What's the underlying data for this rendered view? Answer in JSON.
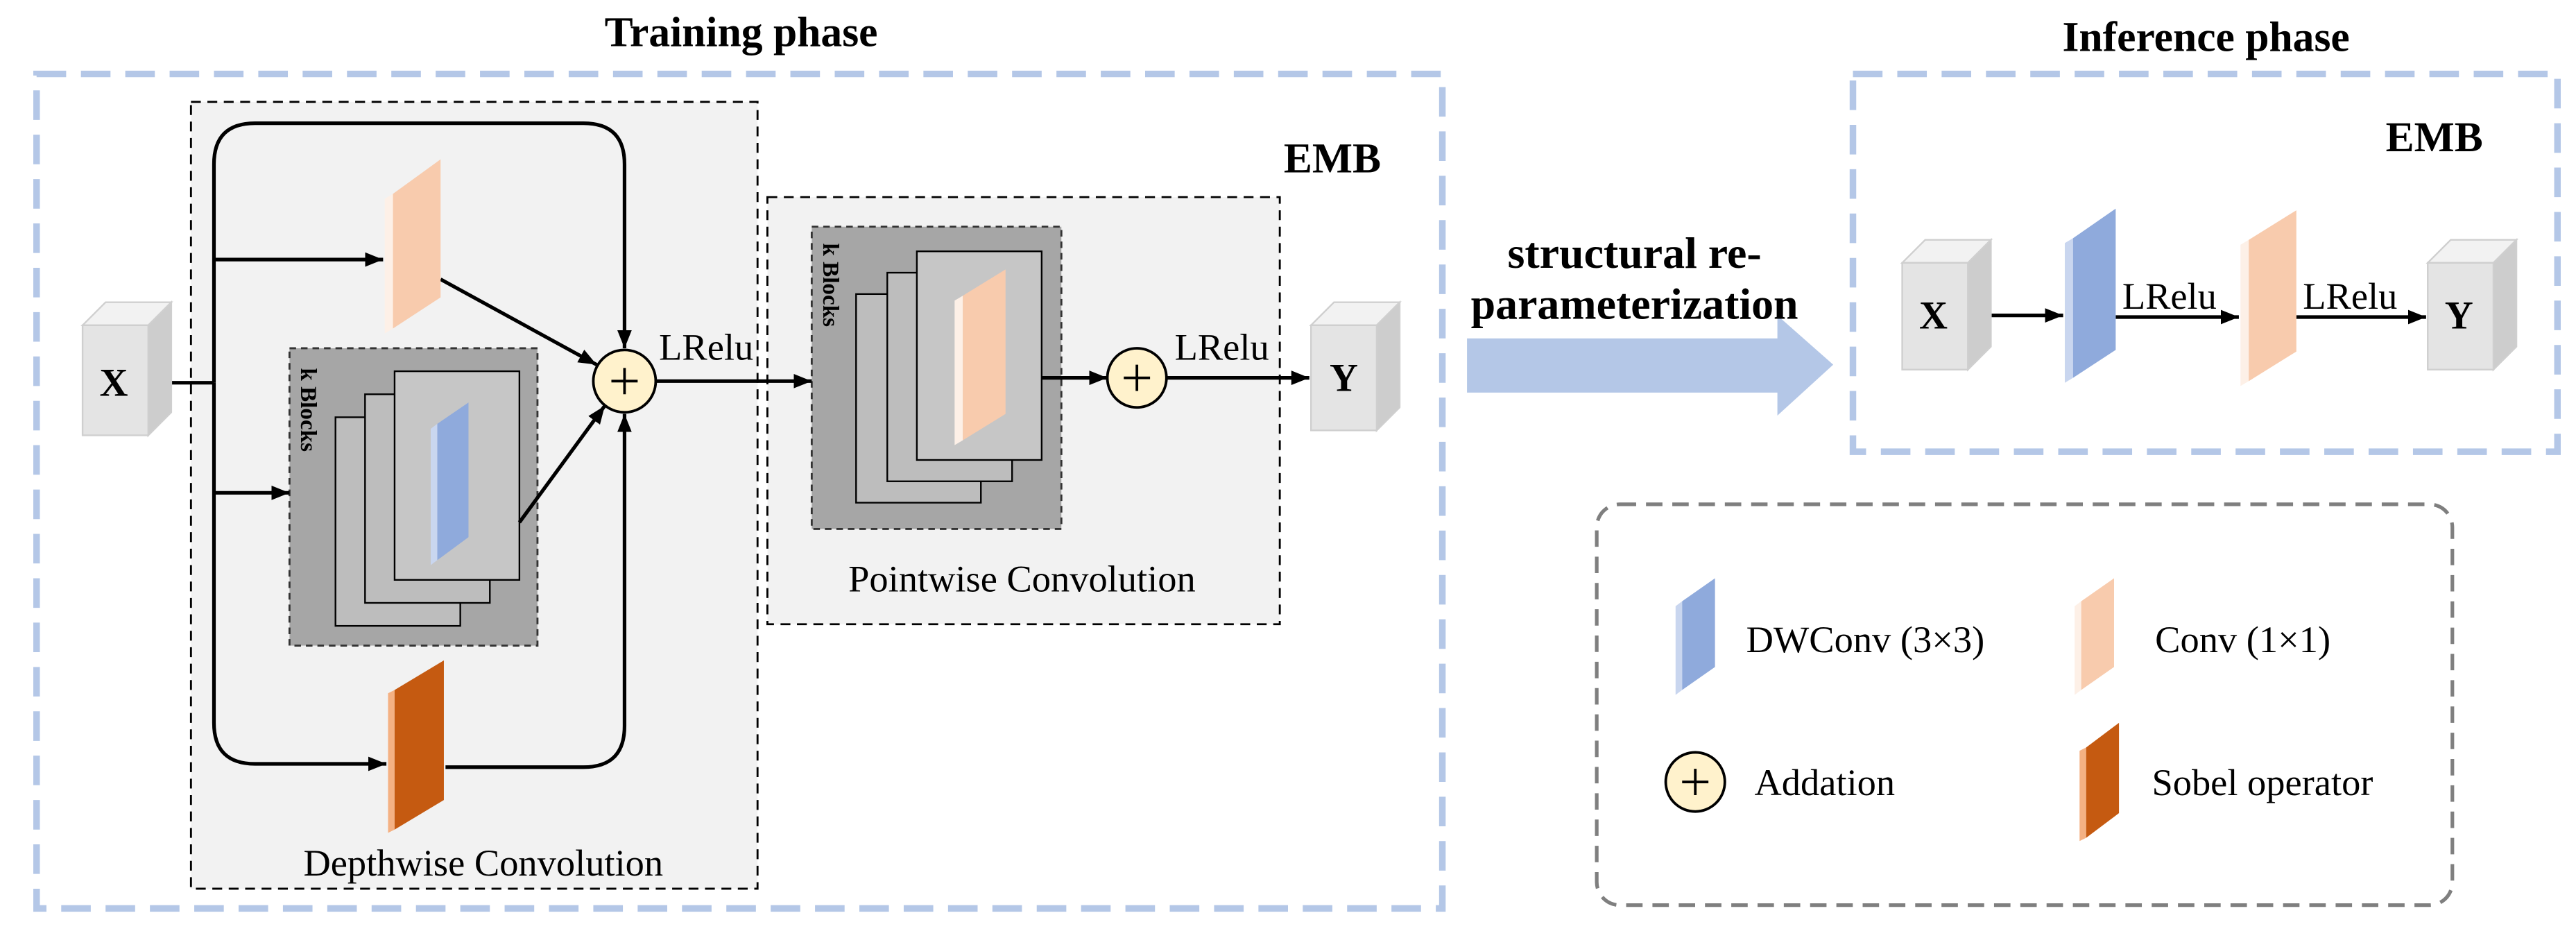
{
  "training": {
    "title": "Training phase",
    "emb_label": "EMB",
    "input_label": "X",
    "output_label": "Y",
    "depthwise": {
      "label": "Depthwise Convolution",
      "k_blocks_label": "k Blocks"
    },
    "pointwise": {
      "label": "Pointwise Convolution",
      "k_blocks_label": "k Blocks"
    },
    "activation_1": "LRelu",
    "activation_2": "LRelu"
  },
  "transition": {
    "line_1": "structural re-",
    "line_2": "parameterization"
  },
  "inference": {
    "title": "Inference phase",
    "emb_label": "EMB",
    "input_label": "X",
    "output_label": "Y",
    "activation_1": "LRelu",
    "activation_2": "LRelu"
  },
  "legend": {
    "items": [
      {
        "label": "DWConv (3×3)",
        "icon": "dwconv-block-icon"
      },
      {
        "label": "Conv (1×1)",
        "icon": "conv-block-icon"
      },
      {
        "label": "Addation",
        "icon": "addition-icon"
      },
      {
        "label": "Sobel operator",
        "icon": "sobel-block-icon"
      }
    ]
  },
  "colors": {
    "dwconv": "#8faadc",
    "conv": "#f8cbad",
    "sobel": "#c55a11",
    "addition": "#fff2cc",
    "phase_border": "#b4c7e7",
    "transition_arrow": "#b4c7e7"
  }
}
